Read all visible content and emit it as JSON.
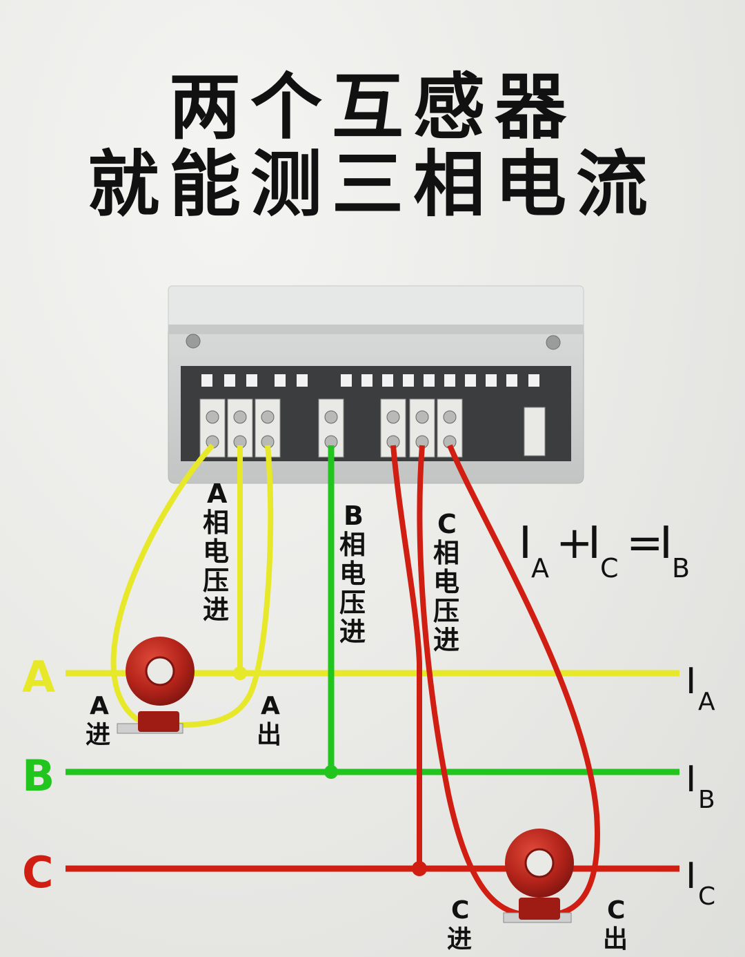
{
  "title": {
    "line1": "两个互感器",
    "line2": "就能测三相电流"
  },
  "phases": [
    {
      "name": "A",
      "current": "A",
      "color": "#e8e82a"
    },
    {
      "name": "B",
      "current": "B",
      "color": "#22c41e"
    },
    {
      "name": "C",
      "current": "C",
      "color": "#d01e12"
    }
  ],
  "labels": {
    "a_voltage": [
      "A",
      "相",
      "电",
      "压",
      "进"
    ],
    "b_voltage": [
      "B",
      "相",
      "电",
      "压",
      "进"
    ],
    "c_voltage": [
      "C",
      "相",
      "电",
      "压",
      "进"
    ],
    "a_in": [
      "A",
      "进"
    ],
    "a_out": [
      "A",
      "出"
    ],
    "c_in": [
      "C",
      "进"
    ],
    "c_out": [
      "C",
      "出"
    ]
  },
  "formula": {
    "i": "I",
    "plus": "+",
    "equals": "=",
    "sub1": "A",
    "sub2": "C",
    "sub3": "B"
  }
}
